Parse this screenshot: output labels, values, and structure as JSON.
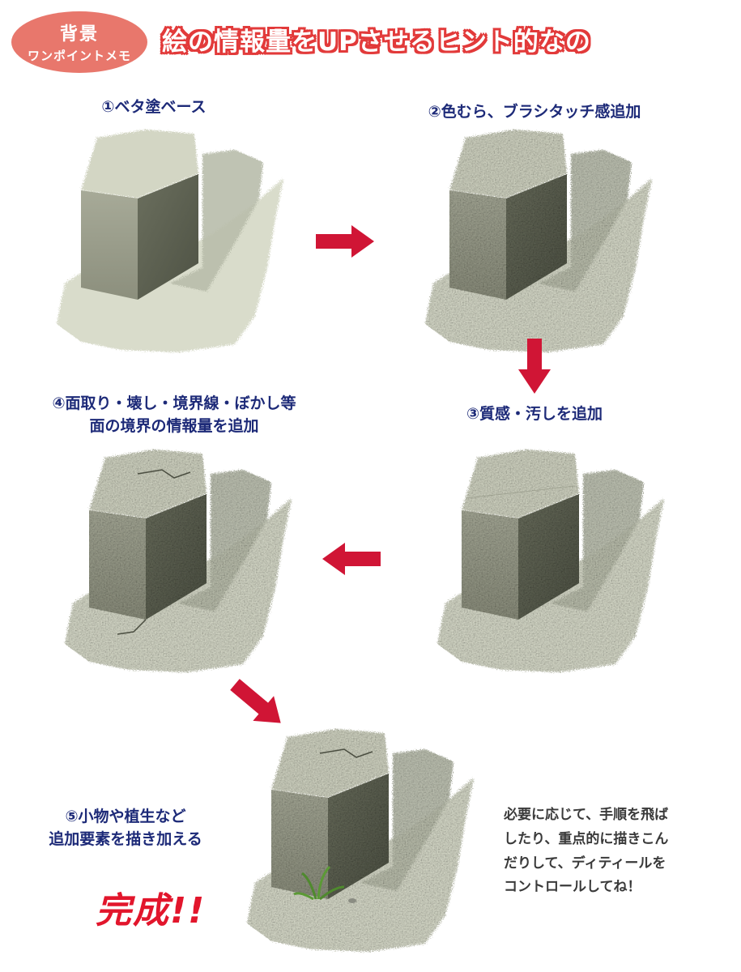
{
  "badge": {
    "line1": "背景",
    "line2": "ワンポイントメモ"
  },
  "title": "絵の情報量をUPさせるヒント的なの",
  "steps": [
    {
      "label": "①ベタ塗ベース"
    },
    {
      "label": "②色むら、ブラシタッチ感追加"
    },
    {
      "label": "③質感・汚しを追加"
    },
    {
      "label_line1": "④面取り・壊し・境界線・ぼかし等",
      "label_line2": "面の境界の情報量を追加"
    },
    {
      "label_line1": "⑤小物や植生など",
      "label_line2": "追加要素を描き加える"
    }
  ],
  "note_lines": [
    "必要に応じて、手順を飛ば",
    "したり、重点的に描きこん",
    "だりして、ディティールを",
    "コントロールしてね！"
  ],
  "finish": "完成!!",
  "colors": {
    "label": "#1d2a78",
    "title_outline": "#e23a3a",
    "badge": "#e8776c",
    "arrow": "#d01535",
    "ground": "#d9dccb",
    "top_face": "#d3d6c4",
    "front_face": "#9c9f8d",
    "side_face": "#5f6353"
  },
  "icons": [
    "arrow-right-icon",
    "arrow-down-icon",
    "arrow-left-icon",
    "arrow-down-right-icon"
  ]
}
